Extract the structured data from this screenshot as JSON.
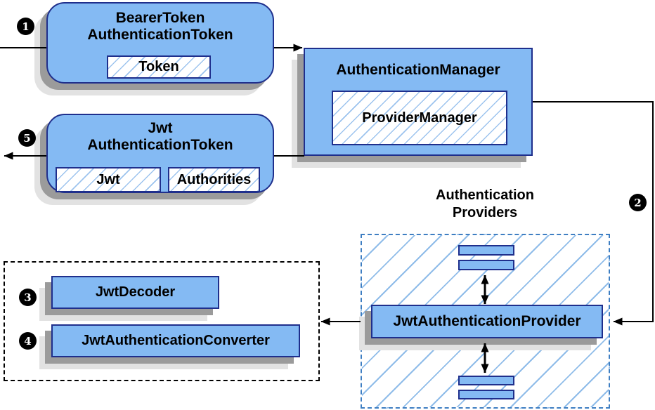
{
  "badges": {
    "step1": "1",
    "step2": "2",
    "step3": "3",
    "step4": "4",
    "step5": "5"
  },
  "boxes": {
    "bearer_token": {
      "title_line1": "BearerToken",
      "title_line2": "AuthenticationToken",
      "field_token": "Token"
    },
    "authentication_manager": {
      "title": "AuthenticationManager",
      "field_provider_manager": "ProviderManager"
    },
    "jwt_authentication_token": {
      "title_line1": "Jwt",
      "title_line2": "AuthenticationToken",
      "field_jwt": "Jwt",
      "field_authorities": "Authorities"
    },
    "jwt_authentication_provider": {
      "title": "JwtAuthenticationProvider"
    },
    "jwt_decoder": {
      "title": "JwtDecoder"
    },
    "jwt_authentication_converter": {
      "title": "JwtAuthenticationConverter"
    }
  },
  "groups": {
    "authentication_providers": {
      "label_line1": "Authentication",
      "label_line2": "Providers"
    }
  },
  "colors": {
    "box_fill": "#84baf3",
    "box_border": "#1f2f8c",
    "hatch_line": "#9cc3ee",
    "group_dash_blue": "#3e7ec2",
    "group_dash_black": "#000000",
    "arrow": "#000000",
    "shadow_dark": "#9b9b9b",
    "shadow_light": "#e2e2e2",
    "badge_bg": "#000000",
    "badge_text": "#ffffff"
  }
}
